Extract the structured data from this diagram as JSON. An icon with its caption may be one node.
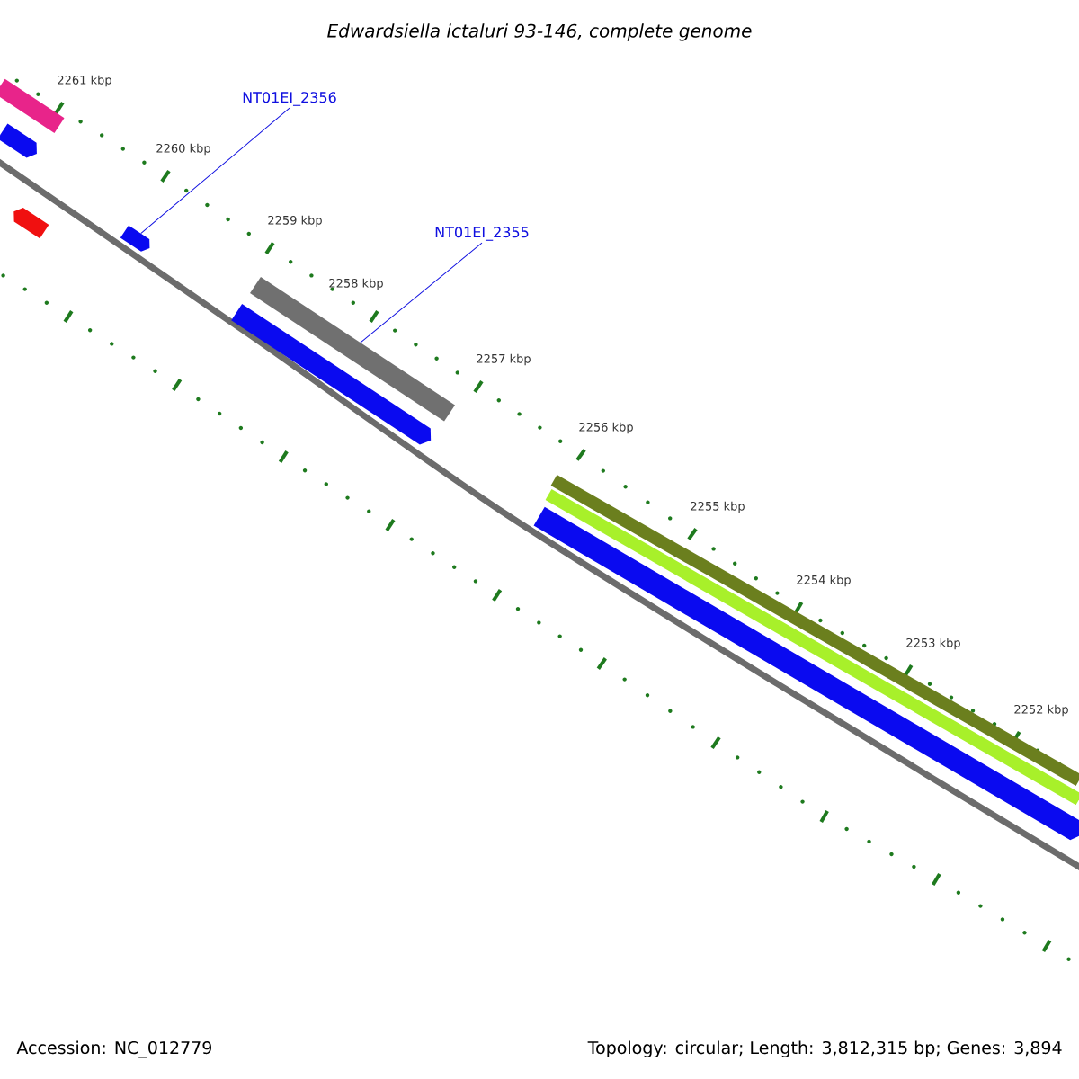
{
  "diagram": {
    "title": "Edwardsiella ictaluri 93-146, complete genome",
    "nodes": [
      {
        "text": [],
        "shape": "bar"
      },
      {
        "text": [],
        "shape": "bar"
      },
      {
        "text": [
          "NT01EI_2356"
        ]
      },
      {
        "text": [],
        "shape": "bar"
      },
      {
        "text": [],
        "shape": "bar"
      },
      {
        "text": [
          "NT01EI_2355"
        ]
      },
      {
        "text": [],
        "shape": "bar"
      },
      {
        "text": [],
        "shape": "bar"
      },
      {
        "text": [],
        "shape": "bar"
      },
      {
        "text": [],
        "shape": "bar"
      },
      {
        "text": [],
        "shape": "bar"
      }
    ],
    "edges": [
      {
        "from": 2,
        "to": 4,
        "arrow": "none"
      },
      {
        "from": 5,
        "to": 6,
        "arrow": "none"
      }
    ],
    "labels": [
      "2261 kbp",
      "2260 kbp",
      "2259 kbp",
      "2258 kbp",
      "2257 kbp",
      "2256 kbp",
      "2255 kbp",
      "2254 kbp",
      "2253 kbp",
      "2252 kbp",
      "Accession: NC_012779",
      "Topology: circular; Length: 3,812,315 bp; Genes: 3,894"
    ]
  }
}
